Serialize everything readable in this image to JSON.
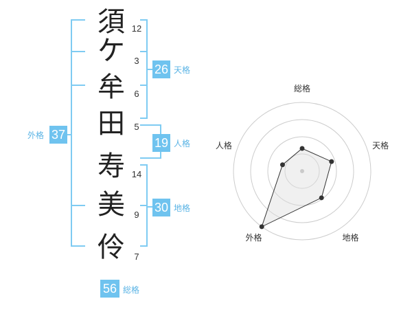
{
  "name": {
    "chars": [
      "須",
      "ケ",
      "牟",
      "田",
      "寿",
      "美",
      "伶"
    ],
    "strokes": [
      "12",
      "3",
      "6",
      "5",
      "14",
      "9",
      "7"
    ]
  },
  "kaku": {
    "tenkaku": {
      "value": "26",
      "label": "天格"
    },
    "jinkaku": {
      "value": "19",
      "label": "人格"
    },
    "chikaku": {
      "value": "30",
      "label": "地格"
    },
    "gaikaku": {
      "value": "37",
      "label": "外格"
    },
    "soukaku": {
      "value": "56",
      "label": "総格"
    }
  },
  "chart_data": {
    "type": "radar",
    "axes": [
      "総格",
      "天格",
      "地格",
      "外格",
      "人格"
    ],
    "rings": 4,
    "values": [
      0.33,
      0.45,
      0.48,
      1.0,
      0.3
    ],
    "colors": {
      "line": "#333333",
      "fill": "#dddddd",
      "ring": "#cccccc",
      "center": "#bbbbbb"
    }
  },
  "colors": {
    "accent": "#6fc3ef",
    "bracket": "#7ecbf2"
  }
}
